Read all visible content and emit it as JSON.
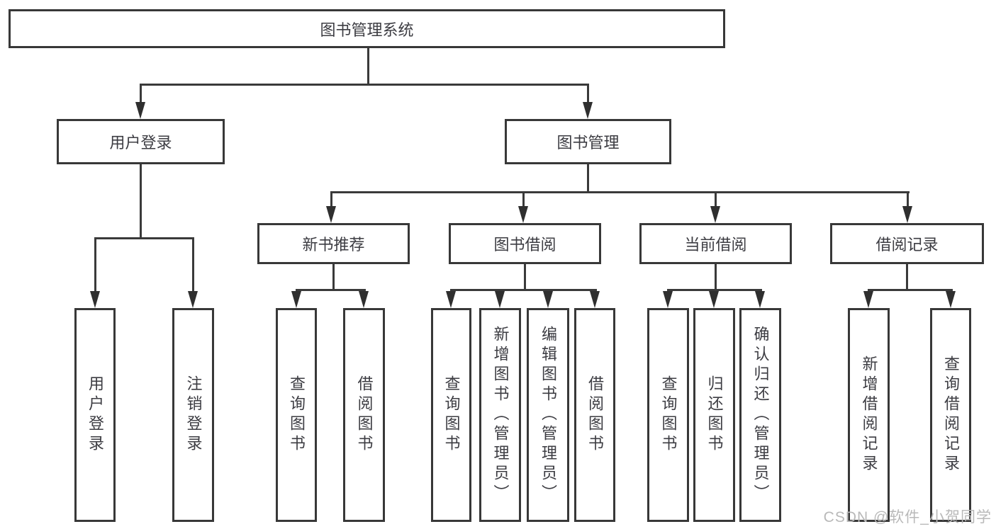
{
  "tree": {
    "root": {
      "label": "图书管理系统"
    },
    "branches": [
      {
        "label": "用户登录",
        "children": [
          {
            "label": "用户登录"
          },
          {
            "label": "注销登录"
          }
        ]
      },
      {
        "label": "图书管理",
        "children": [
          {
            "label": "新书推荐",
            "children": [
              {
                "label": "查询图书"
              },
              {
                "label": "借阅图书"
              }
            ]
          },
          {
            "label": "图书借阅",
            "children": [
              {
                "label": "查询图书"
              },
              {
                "label": "新增图书（管理员）"
              },
              {
                "label": "编辑图书（管理员）"
              },
              {
                "label": "借阅图书"
              }
            ]
          },
          {
            "label": "当前借阅",
            "children": [
              {
                "label": "查询图书"
              },
              {
                "label": "归还图书"
              },
              {
                "label": "确认归还（管理员）"
              }
            ]
          },
          {
            "label": "借阅记录",
            "children": [
              {
                "label": "新增借阅记录"
              },
              {
                "label": "查询借阅记录"
              }
            ]
          }
        ]
      }
    ]
  },
  "watermark": {
    "label": "CSDN @软件_小贺同学"
  },
  "colors": {
    "line": "#3a3a3a",
    "border": "#383838",
    "text": "#3c3c42",
    "watermark": "#b9b9b9",
    "background": "#ffffff"
  }
}
